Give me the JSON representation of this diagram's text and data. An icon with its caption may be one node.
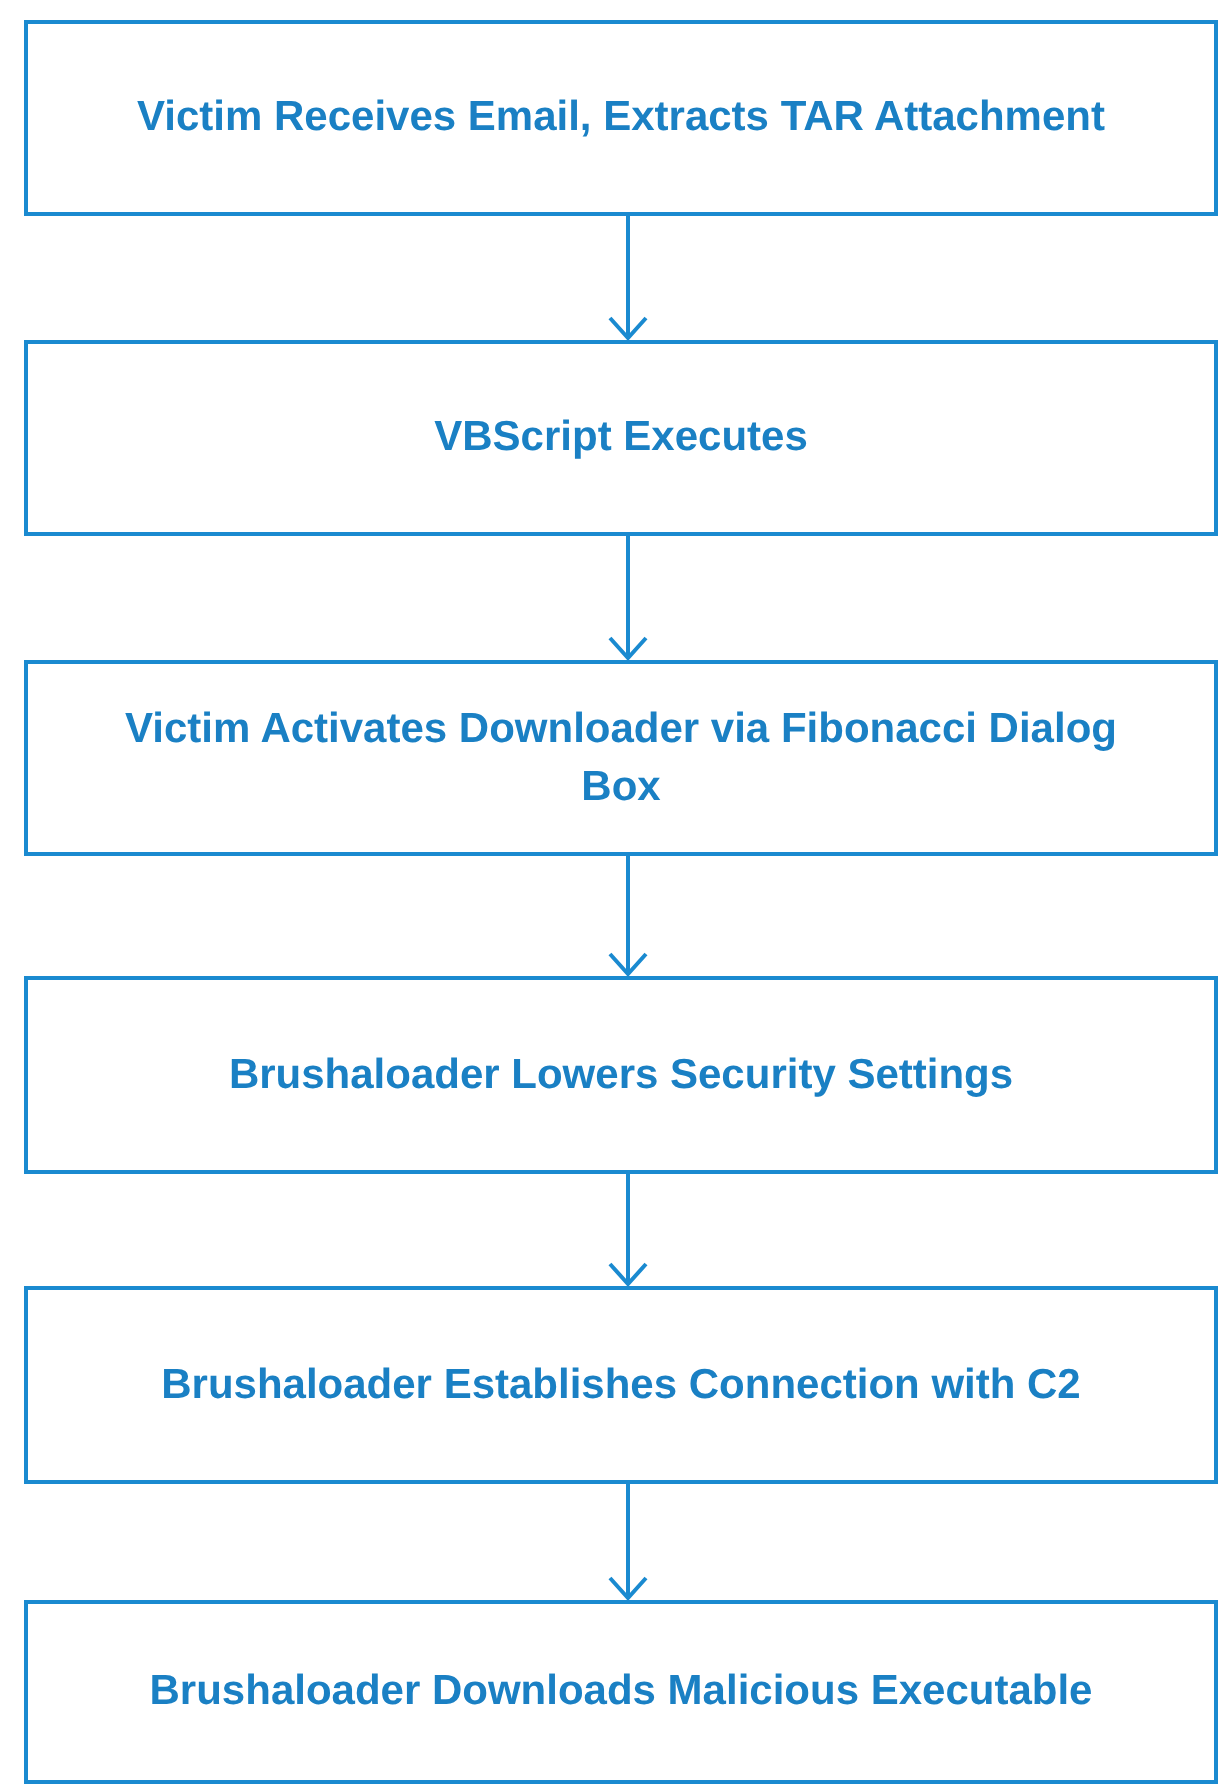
{
  "diagram": {
    "nodes": [
      {
        "text": [
          "Victim Receives Email, Extracts TAR Attachment"
        ]
      },
      {
        "text": [
          "VBScript Executes"
        ]
      },
      {
        "text": [
          "Victim Activates Downloader via Fibonacci Dialog Box"
        ]
      },
      {
        "text": [
          "Brushaloader Lowers Security Settings"
        ]
      },
      {
        "text": [
          "Brushaloader Establishes Connection with C2"
        ]
      },
      {
        "text": [
          "Brushaloader Downloads Malicious Executable"
        ]
      }
    ],
    "edges": [
      {
        "from": 0,
        "to": 1,
        "arrow": "to"
      },
      {
        "from": 1,
        "to": 2,
        "arrow": "to"
      },
      {
        "from": 2,
        "to": 3,
        "arrow": "to"
      },
      {
        "from": 3,
        "to": 4,
        "arrow": "to"
      },
      {
        "from": 4,
        "to": 5,
        "arrow": "to"
      }
    ]
  }
}
